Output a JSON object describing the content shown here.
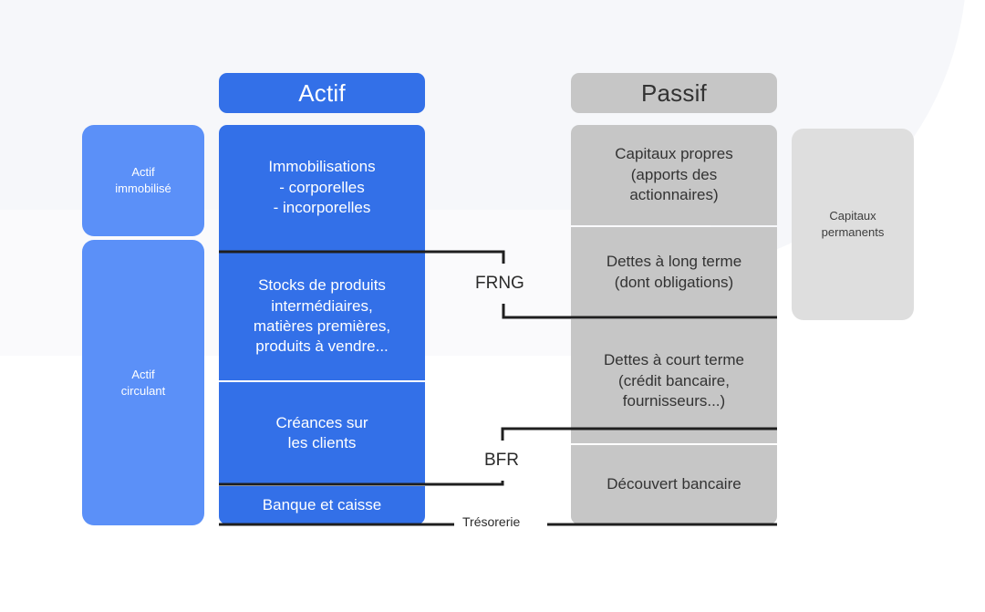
{
  "diagram": {
    "title_actif": "Actif",
    "title_passif": "Passif",
    "colors": {
      "blue_primary": "#3370E8",
      "blue_light": "#5B90F8",
      "grey_primary": "#C6C6C6",
      "grey_light": "#DEDEDE",
      "connector": "#1F1F1F",
      "background": "#F6F7FA",
      "text_on_blue": "#FFFFFF",
      "text_on_grey": "#333333"
    }
  },
  "side_labels": {
    "actif_immobilise": "Actif\nimmobilisé",
    "actif_circulant": "Actif\ncirculant",
    "capitaux_permanents": "Capitaux\npermanents"
  },
  "actif_segments": [
    {
      "id": "immobilisations",
      "text": "Immobilisations\n- corporelles\n- incorporelles"
    },
    {
      "id": "stocks",
      "text": "Stocks de produits\nintermédiaires,\nmatières premières,\nproduits à vendre..."
    },
    {
      "id": "creances",
      "text": "Créances sur\nles clients"
    },
    {
      "id": "banque",
      "text": "Banque et caisse"
    }
  ],
  "passif_segments": [
    {
      "id": "capitaux_propres",
      "text": "Capitaux propres\n(apports des\nactionnaires)"
    },
    {
      "id": "dettes_long_terme",
      "text": "Dettes à long terme\n(dont obligations)"
    },
    {
      "id": "dettes_court_terme",
      "text": "Dettes à court terme\n(crédit bancaire,\nfournisseurs...)"
    },
    {
      "id": "decouvert_bancaire",
      "text": "Découvert bancaire"
    }
  ],
  "connectors": {
    "frng": "FRNG",
    "bfr": "BFR",
    "tresorerie": "Trésorerie"
  }
}
